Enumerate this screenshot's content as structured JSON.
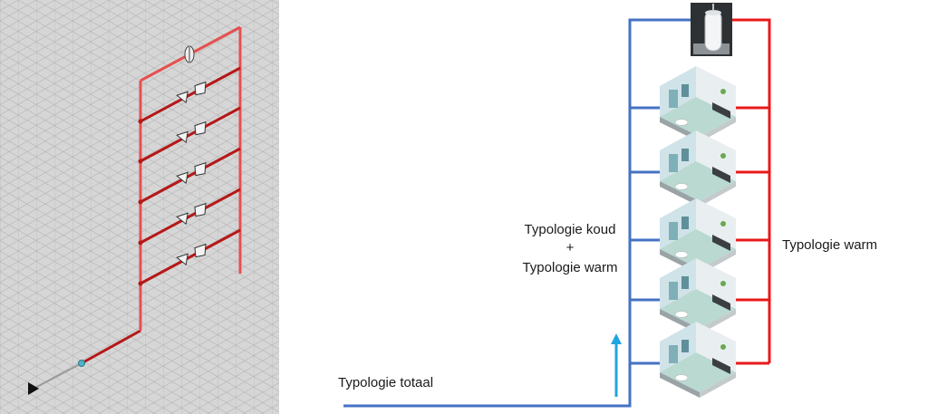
{
  "colors": {
    "cold": "#4472c4",
    "warm": "#e8191a",
    "flow_arrow": "#1fa6e0",
    "grid_bg": "#d6d6d6",
    "grid_line": "#b4b4b4",
    "iso_pipe_dark": "#b51818",
    "iso_pipe_light": "#e65050"
  },
  "labels": {
    "typology_total": "Typologie totaal",
    "typology_cold": "Typologie koud",
    "plus": "+",
    "typology_warm_mid": "Typologie warm",
    "typology_warm_right": "Typologie warm"
  },
  "icons": {
    "water_heater": "water-heater-icon",
    "bathroom": "bathroom-room-icon"
  },
  "bathroom_count": 5
}
